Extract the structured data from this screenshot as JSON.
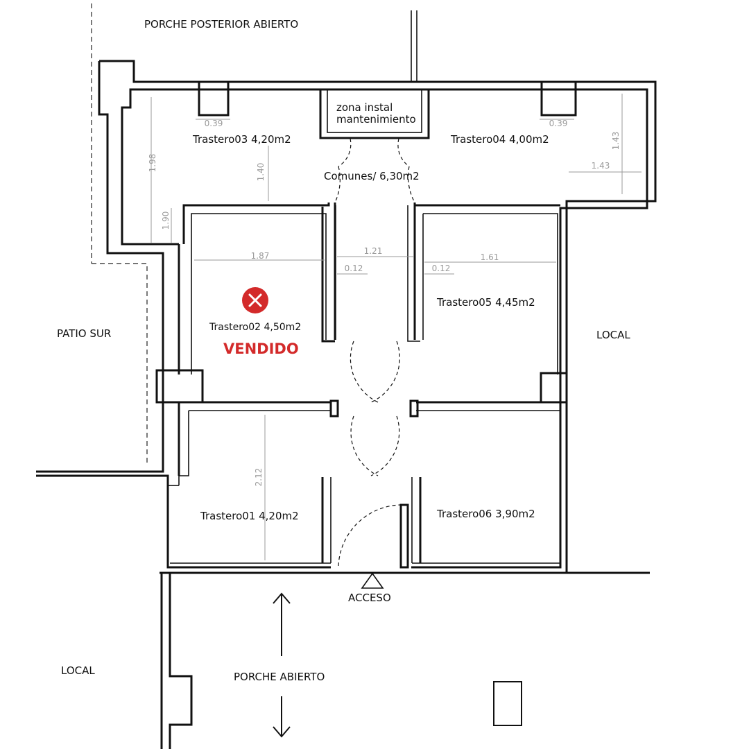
{
  "areas": {
    "porche_posterior": "PORCHE POSTERIOR ABIERTO",
    "patio_sur": "PATIO SUR",
    "local_right": "LOCAL",
    "local_left": "LOCAL",
    "porche_abierto": "PORCHE ABIERTO",
    "acceso": "ACCESO"
  },
  "rooms": {
    "zona_instal_line1": "zona instal",
    "zona_instal_line2": "mantenimiento",
    "trastero03": "Trastero03  4,20m2",
    "trastero04": "Trastero04  4,00m2",
    "comunes": "Comunes/ 6,30m2",
    "trastero02": "Trastero02  4,50m2",
    "trastero02_status": "VENDIDO",
    "trastero05": "Trastero05  4,45m2",
    "trastero01": "Trastero01  4,20m2",
    "trastero06": "Trastero06  3,90m2"
  },
  "dimensions": {
    "d_1_98": "1.98",
    "d_1_90": "1.90",
    "d_1_40": "1.40",
    "d_1_43_v": "1.43",
    "d_1_43_h": "1.43",
    "d_1_87": "1.87",
    "d_1_21": "1.21",
    "d_0_12_a": "0.12",
    "d_0_12_b": "0.12",
    "d_1_61": "1.61",
    "d_2_12": "2.12",
    "d_0_39": "0.39",
    "d_0_39_b": "0.39"
  },
  "colors": {
    "sold_red": "#d32a2a",
    "wall": "#111111",
    "dimension": "#9a9a9a"
  },
  "icons": {
    "sold_marker": "close-circle-icon",
    "access_marker": "triangle-icon",
    "porch_arrow": "double-arrow-icon"
  }
}
